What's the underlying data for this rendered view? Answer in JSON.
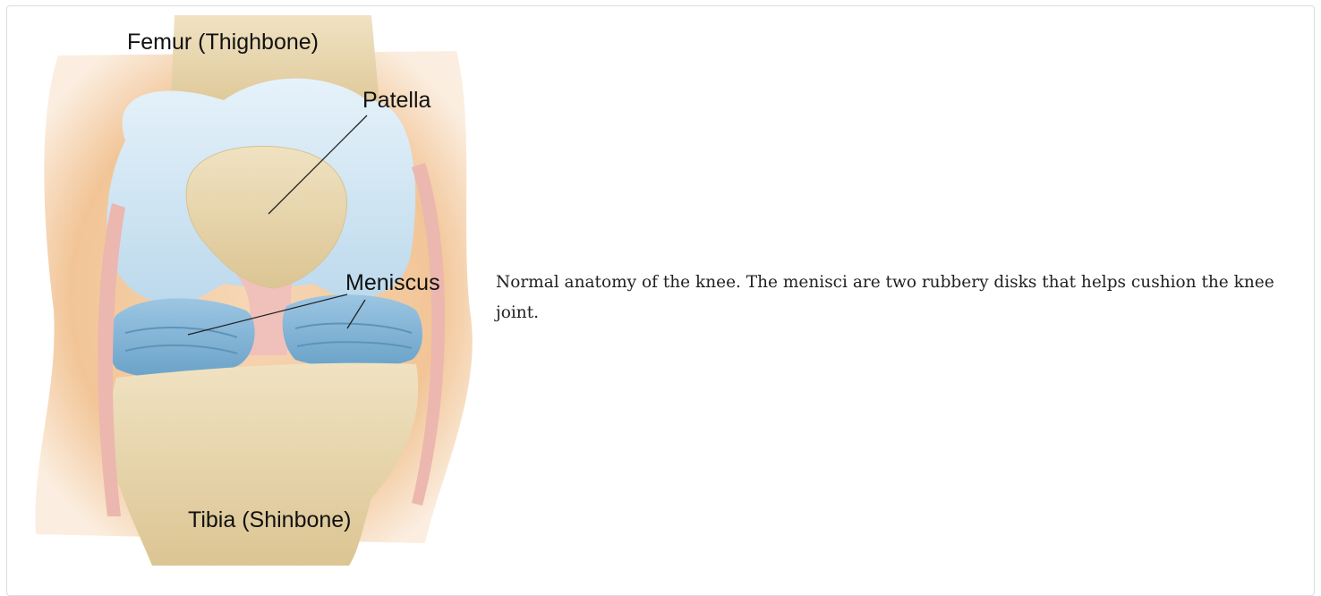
{
  "figure": {
    "labels": {
      "femur": "Femur (Thighbone)",
      "patella": "Patella",
      "meniscus": "Meniscus",
      "tibia": "Tibia (Shinbone)"
    },
    "colors": {
      "skin": "#f3c9a0",
      "bone": "#e9d7b0",
      "cartilage": "#cfe5f3",
      "meniscus": "#7fb3d5",
      "ligament": "#eebcb4"
    }
  },
  "caption": {
    "text": "Normal anatomy of the knee. The menisci are two rubbery disks that helps cushion the knee joint."
  }
}
